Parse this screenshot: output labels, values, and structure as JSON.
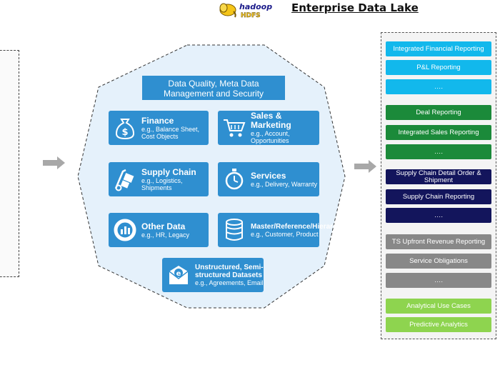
{
  "header": {
    "logo_text": "hadoop HDFS",
    "title": "Enterprise Data Lake"
  },
  "colors": {
    "tile_blue": "#2f8fd0",
    "octagon_fill": "#e5f1fb",
    "reporting_blue": "#12b8ec",
    "reporting_green": "#1b8a3a",
    "reporting_navy": "#13155c",
    "reporting_grey": "#888888",
    "reporting_lime": "#8ed44f"
  },
  "lake": {
    "header": "Data Quality, Meta Data Management and Security",
    "tiles": [
      {
        "icon": "money-bag-icon",
        "name": "Finance",
        "sub": "e.g., Balance Sheet, Cost Objects"
      },
      {
        "icon": "shopping-cart-icon",
        "name": "Sales & Marketing",
        "sub": "e.g., Account, Opportunities"
      },
      {
        "icon": "hand-truck-icon",
        "name": "Supply Chain",
        "sub": "e.g., Logistics, Shipments"
      },
      {
        "icon": "stopwatch-icon",
        "name": "Services",
        "sub": "e.g., Delivery, Warranty"
      },
      {
        "icon": "donut-chart-icon",
        "name": "Other Data",
        "sub": "e.g., HR, Legacy"
      },
      {
        "icon": "database-icon",
        "name": "Master/Reference/Hierarchies",
        "sub": "e.g., Customer, Product"
      },
      {
        "icon": "email-icon",
        "name": "Unstructured, Semi-structured Datasets",
        "sub": "e.g., Agreements, Email"
      }
    ]
  },
  "reporting": [
    {
      "label": "Integrated Financial Reporting",
      "color": "blue"
    },
    {
      "label": "P&L Reporting",
      "color": "blue"
    },
    {
      "label": "….",
      "color": "blue"
    },
    {
      "label": "Deal Reporting",
      "color": "green"
    },
    {
      "label": "Integrated Sales Reporting",
      "color": "green"
    },
    {
      "label": "….",
      "color": "green"
    },
    {
      "label": "Supply Chain Detail Order &  Shipment",
      "color": "navy"
    },
    {
      "label": "Supply Chain Reporting",
      "color": "navy"
    },
    {
      "label": "….",
      "color": "navy"
    },
    {
      "label": "TS Upfront Revenue Reporting",
      "color": "grey"
    },
    {
      "label": "Service Obligations",
      "color": "grey"
    },
    {
      "label": "….",
      "color": "grey"
    },
    {
      "label": "Analytical Use Cases",
      "color": "lime"
    },
    {
      "label": "Predictive Analytics",
      "color": "lime"
    }
  ]
}
